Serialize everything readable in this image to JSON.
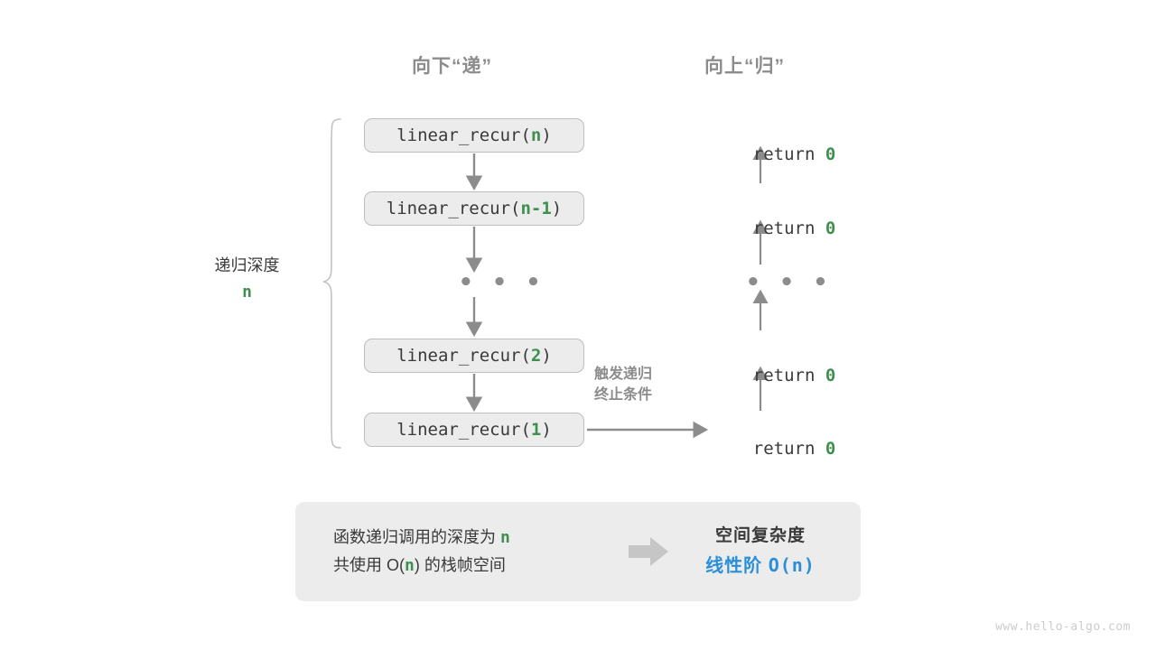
{
  "headers": {
    "down": "向下“递”",
    "up": "向上“归”"
  },
  "depth": {
    "label": "递归深度",
    "value": "n"
  },
  "calls": [
    {
      "prefix": "linear_recur(",
      "arg": "n",
      "suffix": ")"
    },
    {
      "prefix": "linear_recur(",
      "arg": "n-1",
      "suffix": ")"
    },
    {
      "prefix": "linear_recur(",
      "arg": "2",
      "suffix": ")"
    },
    {
      "prefix": "linear_recur(",
      "arg": "1",
      "suffix": ")"
    }
  ],
  "returns": [
    {
      "keyword": "return ",
      "value": "0"
    },
    {
      "keyword": "return ",
      "value": "0"
    },
    {
      "keyword": "return ",
      "value": "0"
    },
    {
      "keyword": "return ",
      "value": "0"
    }
  ],
  "ellipsis": "• • •",
  "terminate_note": {
    "line1": "触发递归",
    "line2": "终止条件"
  },
  "summary": {
    "left_line1_a": "函数递归调用的深度为 ",
    "left_line1_b": "n",
    "left_line2_a": "共使用 O(",
    "left_line2_b": "n",
    "left_line2_c": ") 的栈帧空间",
    "title": "空间复杂度",
    "result_text": "线性阶 ",
    "result_mono": "O(n)"
  },
  "watermark": "www.hello-algo.com",
  "colors": {
    "accent_green": "#3f8f4f",
    "accent_blue": "#2a8fd8",
    "box_fill": "#ececec",
    "box_border": "#bdbdbd",
    "arrow_gray": "#8c8c8c",
    "text_dark": "#3a3a3a",
    "muted_gray": "#8c8c8c"
  }
}
